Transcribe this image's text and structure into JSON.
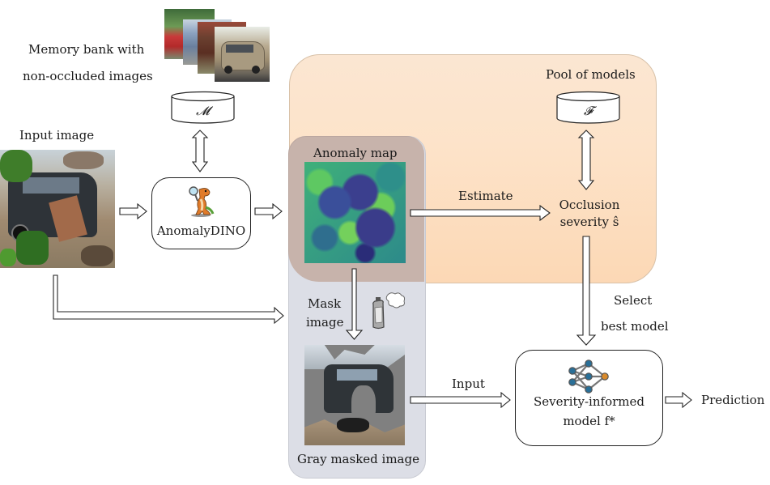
{
  "memory_bank": {
    "label_line1": "Memory bank with",
    "label_line2": "non-occluded images",
    "symbol": "𝓜",
    "thumbnail_count": 4
  },
  "input_image": {
    "label": "Input image"
  },
  "anomaly_detector": {
    "label": "AnomalyDINO",
    "icon": "dino-magnifier-icon"
  },
  "anomaly_map": {
    "label": "Anomaly map"
  },
  "estimate_edge": {
    "label": "Estimate"
  },
  "pool": {
    "label": "Pool of models",
    "symbol": "𝓕"
  },
  "severity": {
    "line1": "Occlusion",
    "line2": "severity ŝ"
  },
  "mask_step": {
    "line1": "Mask",
    "line2": "image",
    "icon": "spray-can-icon"
  },
  "masked_image": {
    "label": "Gray masked image"
  },
  "input_edge": {
    "label": "Input"
  },
  "select_edge": {
    "line1": "Select",
    "line2": "best model"
  },
  "model": {
    "line1": "Severity-informed",
    "line2": "model f*",
    "icon": "neural-network-icon"
  },
  "output": {
    "label": "Prediction"
  },
  "colors": {
    "panel_orange": "#fde3c9",
    "panel_gray": "#dcdee6",
    "nn_node_blue": "#2a6f97",
    "nn_node_orange": "#d98a2b"
  }
}
